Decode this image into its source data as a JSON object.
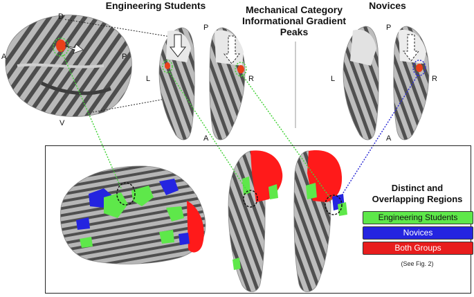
{
  "top": {
    "engineering_title": "Engineering Students",
    "center_title": [
      "Mechanical Category",
      "Informational Gradient",
      "Peaks"
    ],
    "novices_title": "Novices",
    "lateral_labels": {
      "dorsal": "D",
      "anterior": "A",
      "posterior": "P",
      "ventral": "V"
    },
    "ventral_labels": {
      "left": "L",
      "right": "R",
      "posterior": "P",
      "anterior": "A"
    }
  },
  "legend": {
    "title_lines": [
      "Distinct and",
      "Overlapping Regions"
    ],
    "items": [
      {
        "label": "Engineering Students",
        "color": "#5ee84a"
      },
      {
        "label": "Novices",
        "color": "#2424e0"
      },
      {
        "label": "Both Groups",
        "color": "#e81d1d"
      }
    ],
    "note": "(See Fig. 2)"
  },
  "colors": {
    "cortex_dark": "#4b4b4b",
    "cortex_light": "#b8b8b8",
    "peak": "#e9401a",
    "engineering_link": "#46d43b",
    "novice_link": "#2d2dd6",
    "overlap_region": "#ff1a1a"
  }
}
